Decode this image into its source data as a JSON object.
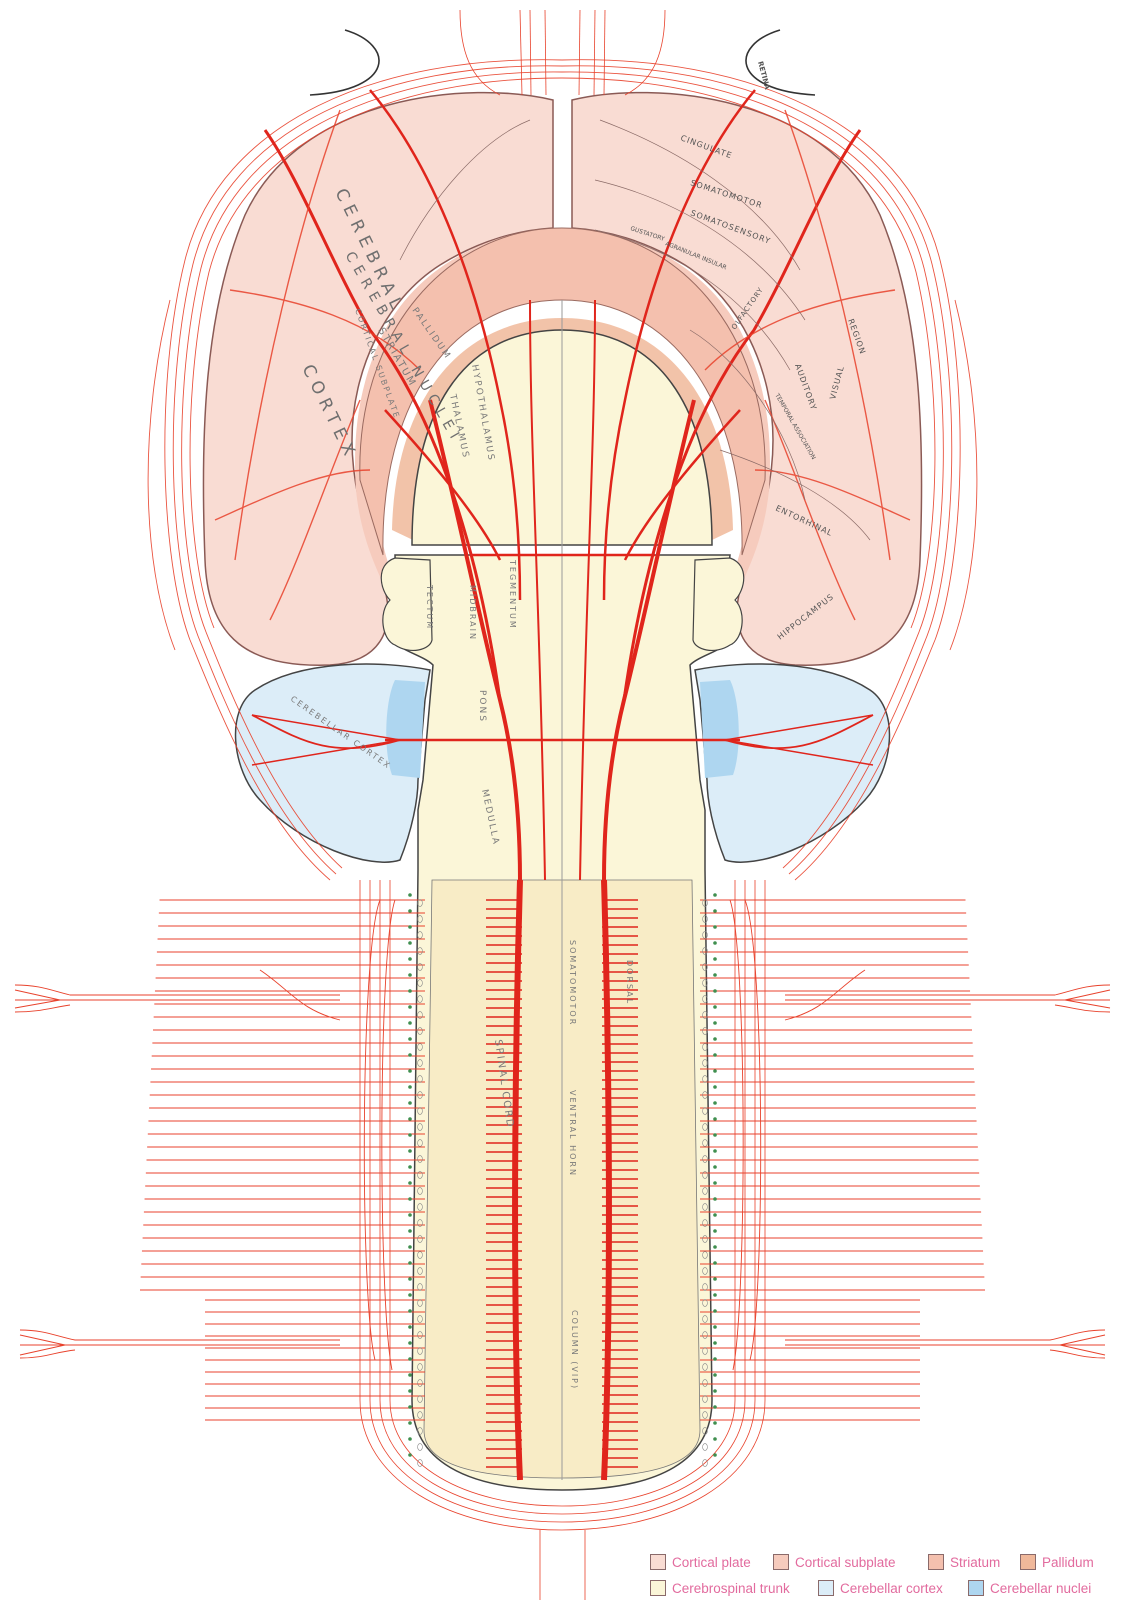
{
  "labels": {
    "retina": "RETINA",
    "cerebral": "CEREBRAL",
    "cortex": "CORTEX",
    "cerebral_nuclei": "CEREBRAL NUCLEI",
    "striatum": "STRIATUM",
    "pallidum": "PALLIDUM",
    "cortical_subplate": "CORTICAL SUBPLATE",
    "thalamus": "THALAMUS",
    "hypothalamus": "HYPOTHALAMUS",
    "tectum": "TECTUM",
    "midbrain": "MIDBRAIN",
    "tegmentum": "TEGMENTUM",
    "pons": "PONS",
    "medulla": "MEDULLA",
    "cerebellar_cortex": "CEREBELLAR CORTEX",
    "spinal_cord": "SPINAL CORD",
    "somatomotor_col": "SOMATOMOTOR",
    "ventral_horn": "VENTRAL HORN",
    "dorsal": "DORSAL",
    "column_vip": "COLUMN (VIP)",
    "cingulate": "CINGULATE",
    "somatomotor": "SOMATOMOTOR",
    "somatosensory": "SOMATOSENSORY",
    "gustatory": "GUSTATORY",
    "agranular_insular": "AGRANULAR INSULAR",
    "olfactory": "OLFACTORY",
    "region": "REGION",
    "auditory": "AUDITORY",
    "visual": "VISUAL",
    "temporal_association": "TEMPORAL ASSOCIATION",
    "entorhinal": "ENTORHINAL",
    "hippocampus": "HIPPOCAMPUS"
  },
  "legend": {
    "items": [
      {
        "label": "Cortical plate",
        "color": "#f9dcd3"
      },
      {
        "label": "Cortical subplate",
        "color": "#f6cbbd"
      },
      {
        "label": "Striatum",
        "color": "#f4c0ae"
      },
      {
        "label": "Pallidum",
        "color": "#f0b89a"
      },
      {
        "label": "Cerebrospinal trunk",
        "color": "#fbf6d8"
      },
      {
        "label": "Cerebellar cortex",
        "color": "#dcedf8"
      },
      {
        "label": "Cerebellar nuclei",
        "color": "#aed6f0"
      }
    ]
  },
  "colors": {
    "nerve": "#e8422c",
    "nerve_thick": "#e0251c",
    "outline": "#555555"
  }
}
